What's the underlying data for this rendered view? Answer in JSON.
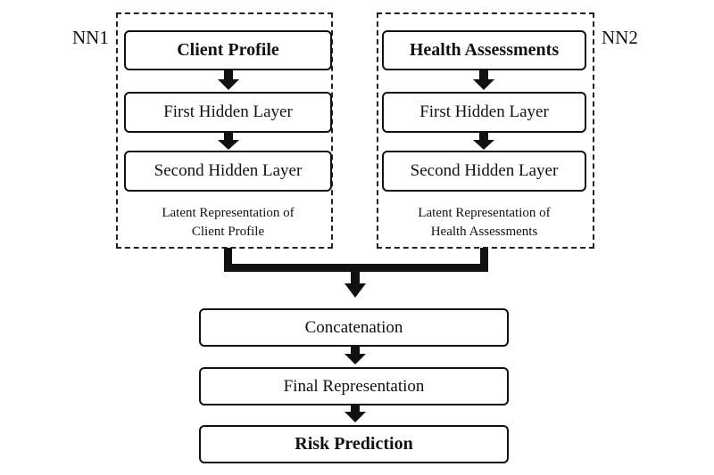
{
  "nn1": {
    "tag": "NN1",
    "input": "Client Profile",
    "hidden1": "First Hidden Layer",
    "hidden2": "Second Hidden Layer",
    "caption_line1": "Latent Representation of",
    "caption_line2": "Client Profile"
  },
  "nn2": {
    "tag": "NN2",
    "input": "Health Assessments",
    "hidden1": "First Hidden Layer",
    "hidden2": "Second Hidden Layer",
    "caption_line1": "Latent Representation of",
    "caption_line2": "Health Assessments"
  },
  "merge": {
    "concat": "Concatenation",
    "final": "Final Representation",
    "output": "Risk Prediction"
  },
  "colors": {
    "stroke": "#111111",
    "background": "#ffffff"
  }
}
